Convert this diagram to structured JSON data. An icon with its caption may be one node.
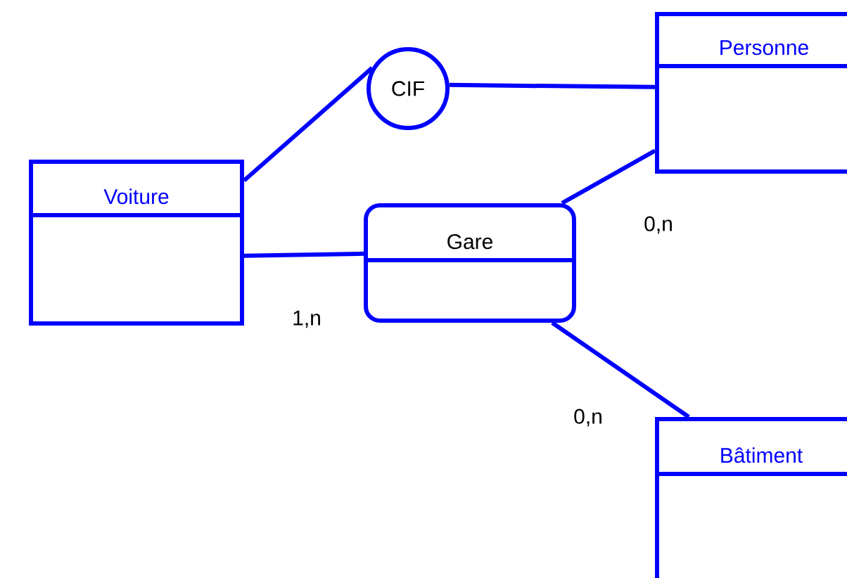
{
  "diagram": {
    "nodes": [
      {
        "text": [
          "Voiture"
        ]
      },
      {
        "text": [
          "CIF"
        ]
      },
      {
        "text": [
          "Personne"
        ]
      },
      {
        "text": [
          "Gare"
        ]
      },
      {
        "text": [
          "Bâtiment"
        ]
      }
    ],
    "edges": [
      {
        "from": 0,
        "to": 1,
        "arrow": "none"
      },
      {
        "from": 1,
        "to": 2,
        "arrow": "none"
      },
      {
        "from": 3,
        "to": 2,
        "arrow": "none",
        "label": "0,n"
      },
      {
        "from": 0,
        "to": 3,
        "arrow": "none",
        "label": "1,n"
      },
      {
        "from": 3,
        "to": 4,
        "arrow": "none",
        "label": "0,n"
      }
    ]
  }
}
